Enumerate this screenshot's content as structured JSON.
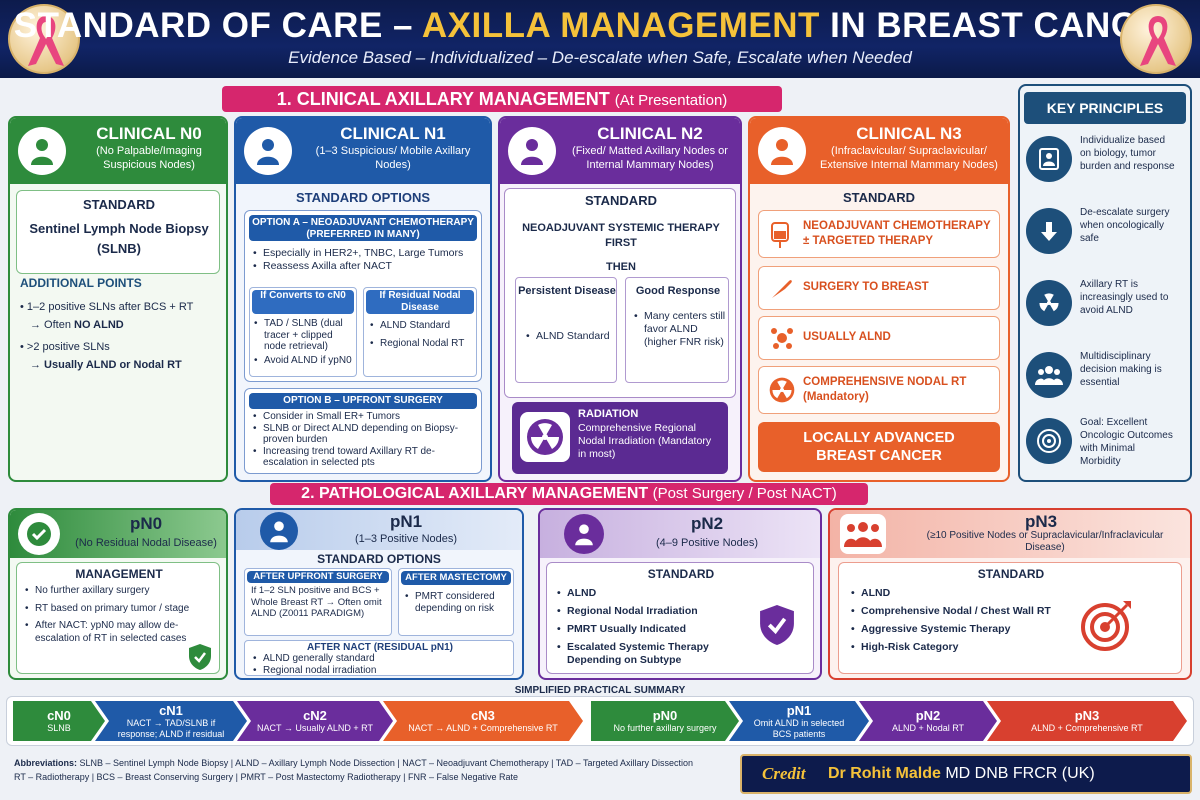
{
  "header": {
    "title_part1": "STANDARD OF CARE – ",
    "title_highlight": "AXILLA MANAGEMENT",
    "title_part2": " IN BREAST CANCER",
    "subtitle": "Evidence Based – Individualized – De-escalate when Safe, Escalate when Needed"
  },
  "section1": {
    "title": "1. CLINICAL AXILLARY MANAGEMENT",
    "qualifier": "(At Presentation)"
  },
  "section2": {
    "title": "2. PATHOLOGICAL AXILLARY MANAGEMENT",
    "qualifier": "(Post Surgery / Post NACT)"
  },
  "cn0": {
    "name": "CLINICAL N0",
    "desc": "(No Palpable/Imaging Suspicious Nodes)",
    "standard_label": "STANDARD",
    "standard_text": "Sentinel Lymph Node Biopsy (SLNB)",
    "additional_label": "ADDITIONAL POINTS",
    "point1": "1–2 positive SLNs after BCS + RT",
    "point1_arrow": "→ Often ",
    "point1_bold": "NO ALND",
    "point2": ">2 positive SLNs",
    "point2_arrow": "→ Usually ALND or Nodal RT"
  },
  "cn1": {
    "name": "CLINICAL N1",
    "desc": "(1–3 Suspicious/ Mobile Axillary Nodes)",
    "options_label": "STANDARD OPTIONS",
    "optA": "OPTION A – NEOADJUVANT CHEMOTHERAPY",
    "optA_sub": "(PREFERRED IN MANY)",
    "optA_items": [
      "Especially in HER2+, TNBC, Large Tumors",
      "Reassess Axilla after NACT"
    ],
    "conv_head": "If Converts to cN0",
    "conv_items": [
      "TAD / SLNB (dual tracer + clipped node retrieval)",
      "Avoid ALND if ypN0"
    ],
    "resid_head": "If Residual Nodal Disease",
    "resid_items": [
      "ALND Standard",
      "Regional Nodal RT"
    ],
    "optB": "OPTION B – UPFRONT SURGERY",
    "optB_items": [
      "Consider in Small ER+ Tumors",
      "SLNB or Direct ALND depending on Biopsy-proven burden",
      "Increasing trend toward Axillary RT de-escalation in selected pts"
    ]
  },
  "cn2": {
    "name": "CLINICAL N2",
    "desc": "(Fixed/ Matted Axillary Nodes or Internal Mammary Nodes)",
    "standard_label": "STANDARD",
    "nst": "NEOADJUVANT SYSTEMIC THERAPY FIRST",
    "then": "THEN",
    "persist_head": "Persistent Disease",
    "persist_item": "ALND Standard",
    "good_head": "Good Response",
    "good_item": "Many centers still favor ALND (higher FNR risk)",
    "rad_head": "RADIATION",
    "rad_text": "Comprehensive Regional Nodal Irradiation (Mandatory in most)"
  },
  "cn3": {
    "name": "CLINICAL N3",
    "desc": "(Infraclavicular/ Supraclavicular/ Extensive Internal Mammary Nodes)",
    "standard_label": "STANDARD",
    "items": [
      "NEOADJUVANT CHEMOTHERAPY ± TARGETED THERAPY",
      "SURGERY TO BREAST",
      "USUALLY ALND",
      "COMPREHENSIVE NODAL RT (Mandatory)"
    ],
    "banner": "LOCALLY ADVANCED BREAST CANCER"
  },
  "key": {
    "title": "KEY PRINCIPLES",
    "items": [
      "Individualize based on biology, tumor burden and response",
      "De-escalate surgery when oncologically safe",
      "Axillary RT is increasingly used to avoid ALND",
      "Multidisciplinary decision making is essential",
      "Goal: Excellent Oncologic Outcomes with Minimal Morbidity"
    ]
  },
  "pn0": {
    "name": "pN0",
    "desc": "(No Residual Nodal Disease)",
    "label": "MANAGEMENT",
    "items": [
      "No further axillary surgery",
      "RT based on primary tumor / stage",
      "After NACT: ypN0 may allow de-escalation of RT in selected cases"
    ]
  },
  "pn1": {
    "name": "pN1",
    "desc": "(1–3 Positive Nodes)",
    "label": "STANDARD OPTIONS",
    "up_head": "AFTER UPFRONT SURGERY",
    "up_text": "If 1–2 SLN positive and BCS + Whole Breast RT → Often omit ALND (Z0011 PARADIGM)",
    "mast_head": "AFTER MASTECTOMY",
    "mast_text": "PMRT considered depending on risk",
    "nact_head": "AFTER NACT (RESIDUAL pN1)",
    "nact_items": [
      "ALND generally standard",
      "Regional nodal irradiation"
    ]
  },
  "pn2": {
    "name": "pN2",
    "desc": "(4–9 Positive Nodes)",
    "label": "STANDARD",
    "items": [
      "ALND",
      "Regional Nodal Irradiation",
      "PMRT Usually Indicated",
      "Escalated Systemic Therapy Depending on Subtype"
    ]
  },
  "pn3": {
    "name": "pN3",
    "desc": "(≥10 Positive Nodes or Supraclavicular/Infraclavicular Disease)",
    "label": "STANDARD",
    "items": [
      "ALND",
      "Comprehensive Nodal / Chest Wall RT",
      "Aggressive Systemic Therapy",
      "High-Risk Category"
    ]
  },
  "summary": {
    "title": "SIMPLIFIED PRACTICAL SUMMARY",
    "steps": [
      {
        "label": "cN0",
        "desc": "SLNB"
      },
      {
        "label": "cN1",
        "desc": "NACT → TAD/SLNB if response; ALND if residual"
      },
      {
        "label": "cN2",
        "desc": "NACT → Usually ALND + RT"
      },
      {
        "label": "cN3",
        "desc": "NACT → ALND + Comprehensive RT"
      },
      {
        "label": "pN0",
        "desc": "No further axillary surgery"
      },
      {
        "label": "pN1",
        "desc": "Omit ALND in selected BCS patients"
      },
      {
        "label": "pN2",
        "desc": "ALND + Nodal RT"
      },
      {
        "label": "pN3",
        "desc": "ALND + Comprehensive RT"
      }
    ]
  },
  "footer": {
    "abbr_label": "Abbreviations:",
    "abbr_line1": "SLNB – Sentinel Lymph Node Biopsy  |  ALND – Axillary Lymph Node Dissection  |  NACT – Neoadjuvant Chemotherapy  |  TAD – Targeted Axillary Dissection",
    "abbr_line2": "RT – Radiotherapy  |  BCS – Breast Conserving Surgery  |  PMRT – Post Mastectomy Radiotherapy  |  FNR – False Negative Rate",
    "credit_label": "Credit",
    "credit_name": "Dr Rohit Malde",
    "credit_degrees": "MD DNB FRCR (UK)"
  },
  "colors": {
    "navy": "#0d1b4c",
    "magenta": "#d6266d",
    "green": "#2e8b3c",
    "blue": "#1f5aa8",
    "purple": "#6a2d9c",
    "orange": "#e8602a",
    "red": "#d8402f",
    "teal": "#1d4f7a",
    "gold": "#f5c23a"
  }
}
